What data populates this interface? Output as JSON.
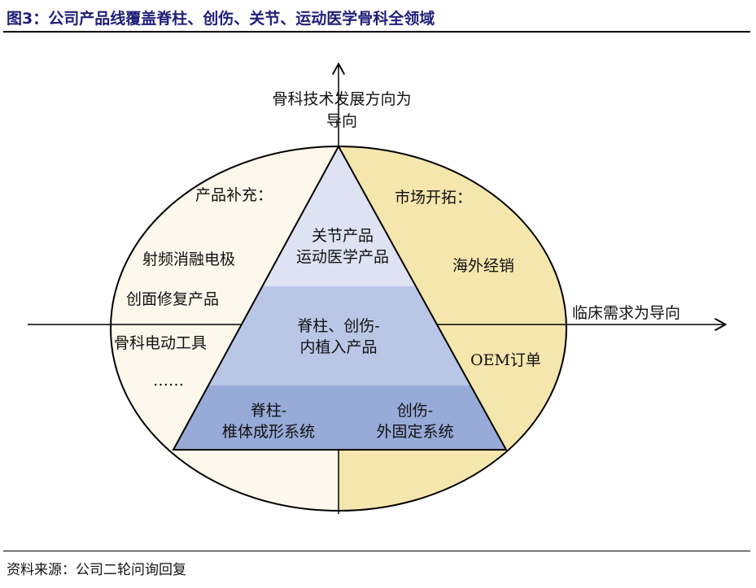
{
  "title": "图3：公司产品线覆盖脊柱、创伤、关节、运动医学骨科全领域",
  "source": "资料来源：公司二轮问询回复",
  "axes": {
    "vertical_label_line1": "骨科技术发展方向为",
    "vertical_label_line2": "导向",
    "horizontal_label": "临床需求为导向"
  },
  "left": {
    "heading": "产品补充：",
    "items": [
      "射频消融电极",
      "创面修复产品",
      "骨科电动工具",
      "……"
    ]
  },
  "right": {
    "heading": "市场开拓：",
    "items": [
      "海外经销",
      "OEM订单"
    ]
  },
  "pyramid": {
    "top": [
      "关节产品",
      "运动医学产品"
    ],
    "middle": [
      "脊柱、创伤-",
      "内植入产品"
    ],
    "bottom_left": [
      "脊柱-",
      "椎体成形系统"
    ],
    "bottom_right": [
      "创伤-",
      "外固定系统"
    ]
  },
  "colors": {
    "left_fill": "#fdf8ec",
    "right_fill": "#f5e6ae",
    "tier_top": "#dde3f3",
    "tier_mid": "#b9c6e6",
    "tier_bottom": "#97aad8",
    "title": "#1f1f7a"
  }
}
